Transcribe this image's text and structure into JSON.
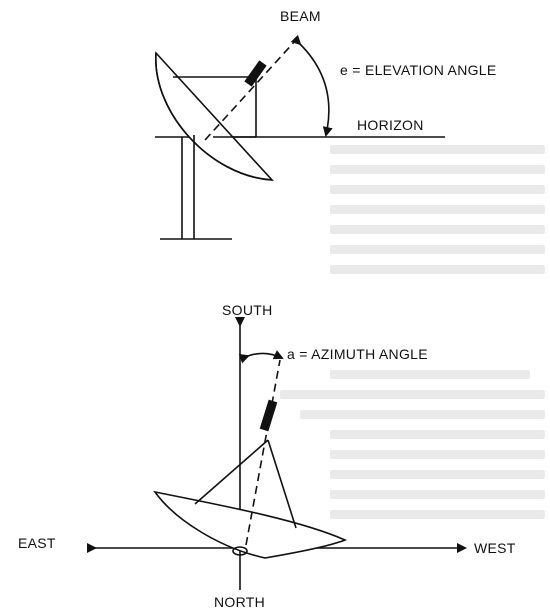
{
  "labels": {
    "beam": "BEAM",
    "elevation": "e = ELEVATION ANGLE",
    "horizon": "HORIZON",
    "south": "SOUTH",
    "azimuth": "a = AZIMUTH ANGLE",
    "east": "EAST",
    "west": "WEST",
    "north": "NORTH"
  },
  "colors": {
    "ink": "#111111",
    "paper": "#ffffff",
    "bleed_through": "#d9d9d9"
  }
}
